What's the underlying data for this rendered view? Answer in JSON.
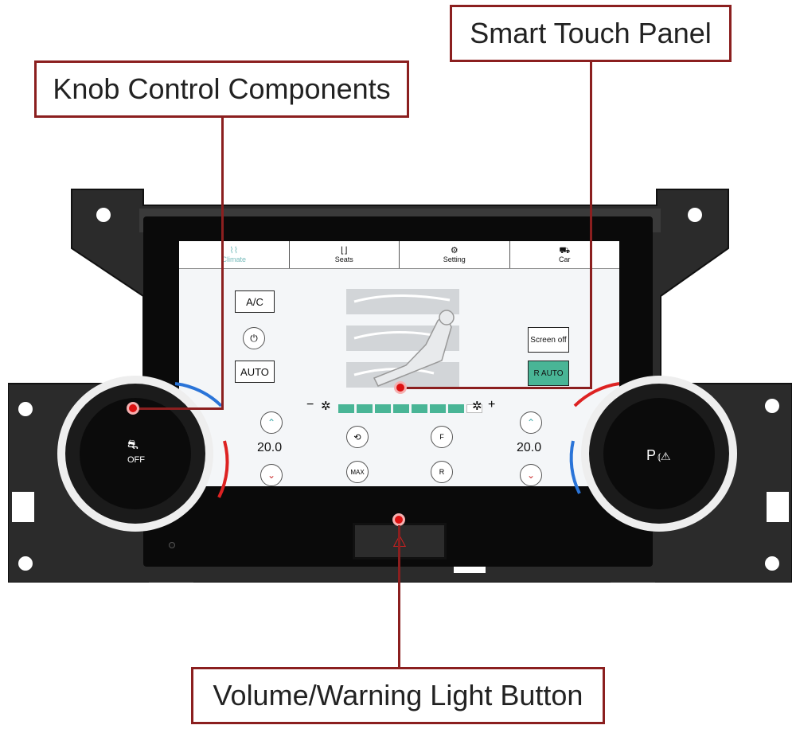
{
  "callouts": {
    "smart_touch_panel": "Smart Touch Panel",
    "knob_control": "Knob Control Components",
    "volume_warning": "Volume/Warning Light Button"
  },
  "tabs": [
    {
      "label": "Climate",
      "icon": "fan-icon"
    },
    {
      "label": "Seats",
      "icon": "seat-icon"
    },
    {
      "label": "Setting",
      "icon": "gear-icon"
    },
    {
      "label": "Car",
      "icon": "car-icon"
    }
  ],
  "buttons": {
    "ac": "A/C",
    "power": "⏻",
    "auto": "AUTO",
    "screen_off": "Screen off",
    "rear_auto": "R AUTO"
  },
  "temps": {
    "left": "20.0",
    "right": "20.0"
  },
  "fan": {
    "minus": "−",
    "plus": "+",
    "level": 7,
    "max": 8
  },
  "icons": {
    "max_defrost": "MAX",
    "front_defrost": "F",
    "rear_defrost": "R"
  },
  "knobs": {
    "left_label": "OFF",
    "right_label": "P"
  },
  "colors": {
    "accent_green": "#49b596",
    "callout_red": "#8b1f1f",
    "dot_red": "#dd1111"
  }
}
